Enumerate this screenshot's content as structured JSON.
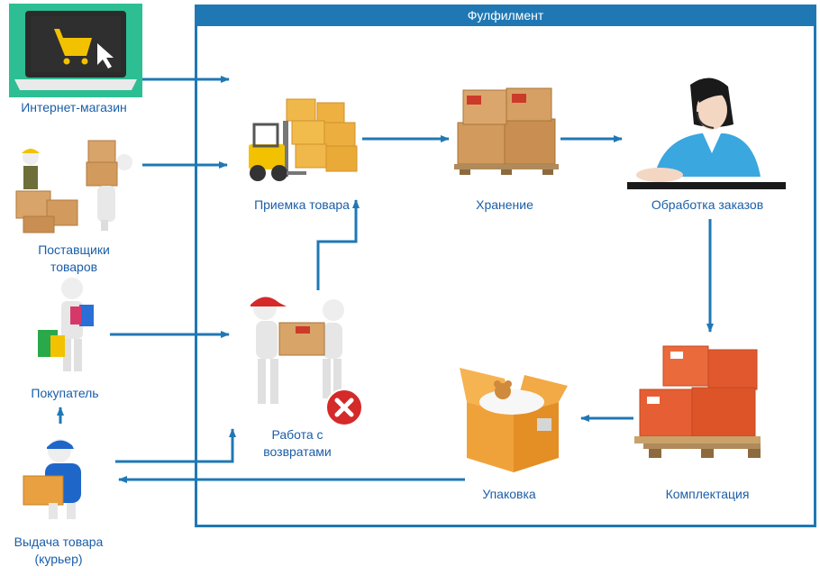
{
  "frame": {
    "title": "Фулфилмент"
  },
  "labels": {
    "shop": "Интернет-магазин",
    "suppliers_1": "Поставщики",
    "suppliers_2": "товаров",
    "buyer": "Покупатель",
    "courier_1": "Выдача товара",
    "courier_2": "(курьер)",
    "receiving": "Приемка товара",
    "storage": "Хранение",
    "order_processing": "Обработка заказов",
    "returns_1": "Работа с",
    "returns_2": "возвратами",
    "picking": "Комплектация",
    "packing": "Упаковка"
  },
  "colors": {
    "accent": "#1f78b4",
    "label": "#1a5ea8",
    "box": "#e8a040",
    "crate": "#e2582e",
    "cart": "#f2c200"
  },
  "icons": [
    "laptop-cart-icon",
    "suppliers-icon",
    "buyer-icon",
    "courier-icon",
    "forklift-icon",
    "pallet-boxes-icon",
    "operator-icon",
    "returns-icon",
    "reject-icon",
    "open-box-icon",
    "red-crates-icon"
  ]
}
